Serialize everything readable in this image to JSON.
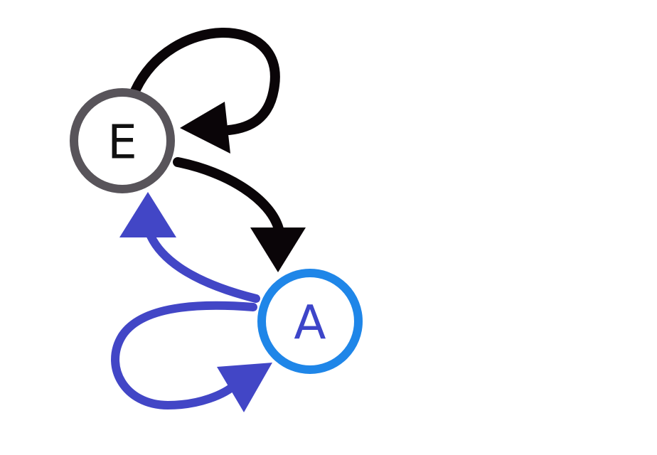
{
  "diagram": {
    "type": "state-transition",
    "nodes": [
      {
        "id": "E",
        "label": "E",
        "stroke_color": "#58545a",
        "text_color": "#111111"
      },
      {
        "id": "A",
        "label": "A",
        "stroke_color": "#1f86e8",
        "text_color": "#3d45c9"
      }
    ],
    "edges": [
      {
        "from": "E",
        "to": "E",
        "kind": "self-loop",
        "color": "#0a0508"
      },
      {
        "from": "E",
        "to": "A",
        "kind": "transition",
        "color": "#0a0508"
      },
      {
        "from": "A",
        "to": "E",
        "kind": "transition",
        "color": "#4246c6"
      },
      {
        "from": "A",
        "to": "A",
        "kind": "self-loop",
        "color": "#4246c6"
      }
    ]
  }
}
